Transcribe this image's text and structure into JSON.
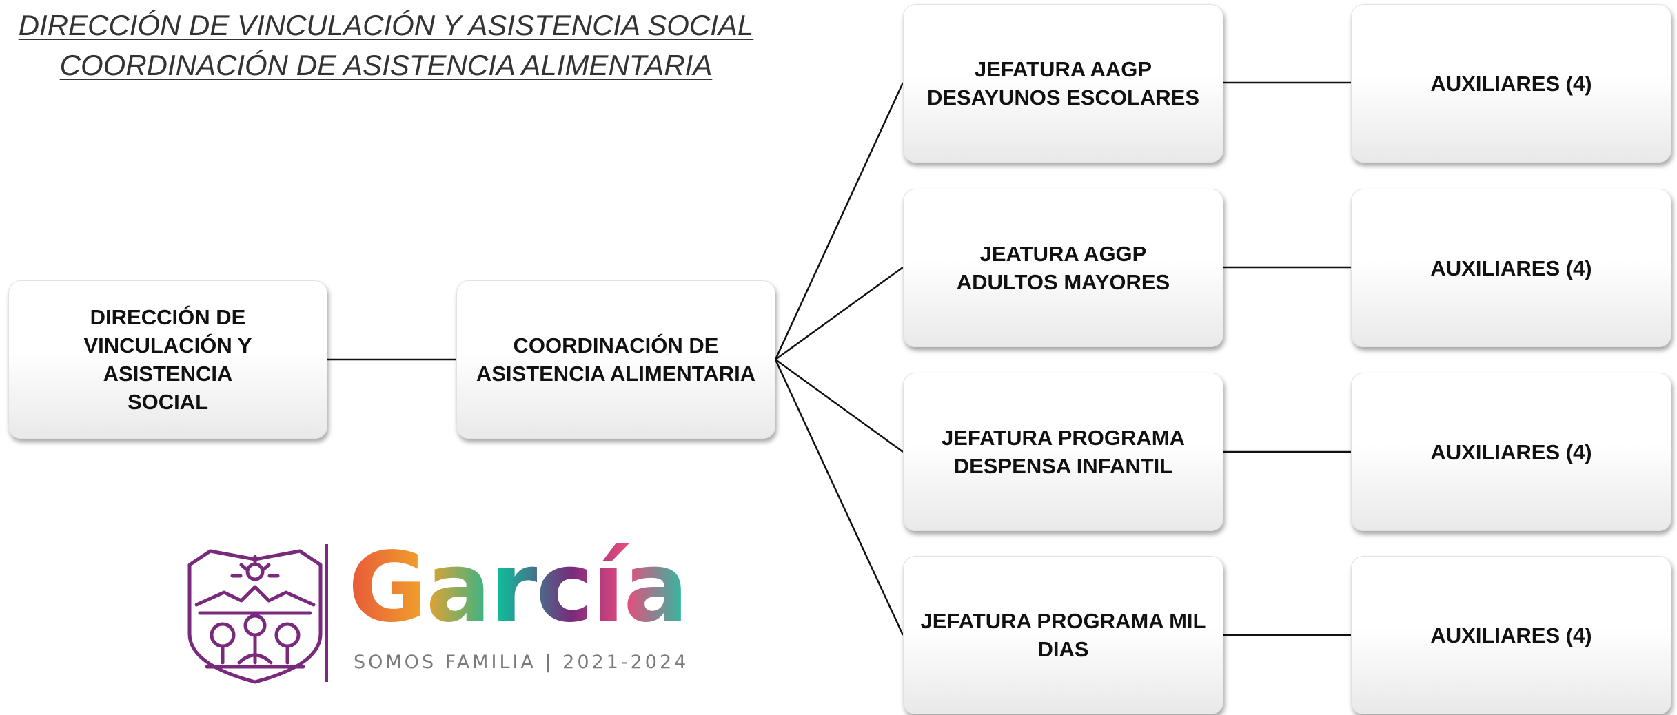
{
  "title": {
    "line1": "DIRECCIÓN DE VINCULACIÓN Y ASISTENCIA SOCIAL",
    "line2": "COORDINACIÓN DE ASISTENCIA ALIMENTARIA"
  },
  "org_chart": {
    "root": "DIRECCIÓN DE\nVINCULACIÓN Y ASISTENCIA\nSOCIAL",
    "coordination": "COORDINACIÓN DE\nASISTENCIA ALIMENTARIA",
    "departments": [
      {
        "name": "JEFATURA AAGP\nDESAYUNOS ESCOLARES",
        "staff": "AUXILIARES (4)"
      },
      {
        "name": "JEATURA AGGP\nADULTOS MAYORES",
        "staff": "AUXILIARES (4)"
      },
      {
        "name": "JEFATURA PROGRAMA\nDESPENSA INFANTIL",
        "staff": "AUXILIARES (4)"
      },
      {
        "name": "JEFATURA PROGRAMA MIL\nDIAS",
        "staff": "AUXILIARES (4)"
      }
    ]
  },
  "logo": {
    "wordmark": "García",
    "tagline": "SOMOS FAMILIA | 2021-2024",
    "colors": {
      "purple": "#7a2a7c",
      "orange": "#e8573a",
      "teal": "#13b899",
      "pink": "#e84c7d"
    }
  }
}
